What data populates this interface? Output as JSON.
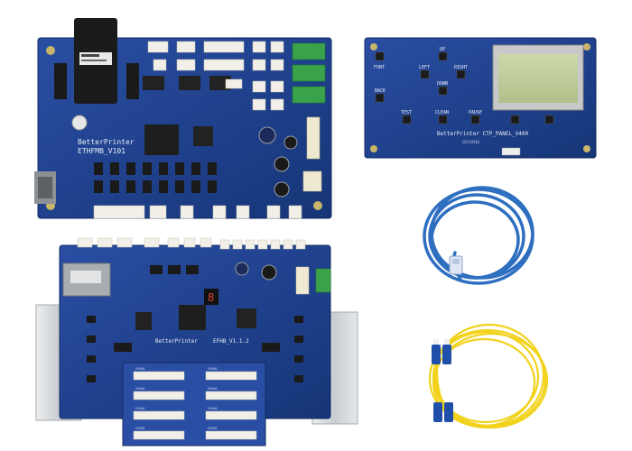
{
  "main_board": {
    "brand": "BetterPrinter",
    "model": "ETHFMB_V101"
  },
  "panel_board": {
    "label": "BetterPrinter CTP_PANEL_V400",
    "serial": "CDJ19101",
    "buttons": {
      "up": "UP",
      "font": "FONT",
      "left": "LEFT",
      "right": "RIGHT",
      "down": "DOWN",
      "back": "BACK",
      "test": "TEST",
      "clean": "CLEAN",
      "pause": "PAUSE"
    }
  },
  "head_board": {
    "brand": "BetterPrinter",
    "model": "EFHB_V1.1.2",
    "digit": "8",
    "connector_labels": [
      "XP600",
      "XP600",
      "XP600",
      "XP600",
      "XP600",
      "XP600",
      "XP600",
      "XP600"
    ]
  },
  "colors": {
    "pcb_blue": "#1f3f8e",
    "pcb_edge": "#15306f",
    "lcd_green": "#c3cfa0",
    "cable_blue": "#2f6fc0",
    "fiber_yellow": "#f2d21c",
    "heatsink": "#d9dcdf"
  }
}
